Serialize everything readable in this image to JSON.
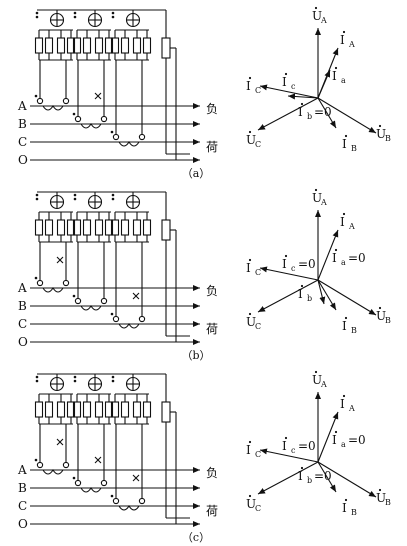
{
  "panels": [
    {
      "caption": "（a）",
      "lines": [
        "A",
        "B",
        "C",
        "O"
      ],
      "load_top": "负",
      "load_bottom": "荷",
      "phasors": {
        "UA": "U",
        "UA_sub": "A",
        "IA": "I",
        "IA_sub": "A",
        "Ia": "I",
        "Ia_sub": "a",
        "IC": "I",
        "IC_sub": "C",
        "Ic": "I",
        "Ic_sub": "c",
        "Ib": "I",
        "Ib_sub": "b",
        "Ib_val": "=0",
        "UC": "U",
        "UC_sub": "C",
        "IB": "I",
        "IB_sub": "B",
        "UB": "U",
        "UB_sub": "B"
      }
    },
    {
      "caption": "（b）",
      "lines": [
        "A",
        "B",
        "C",
        "O"
      ],
      "load_top": "负",
      "load_bottom": "荷",
      "phasors": {
        "UA": "U",
        "UA_sub": "A",
        "IA": "I",
        "IA_sub": "A",
        "IC": "I",
        "IC_sub": "C",
        "Ic": "I",
        "Ic_sub": "c",
        "Ic_val": "=0",
        "Ia": "I",
        "Ia_sub": "a",
        "Ia_val": "=0",
        "Ib": "I",
        "Ib_sub": "b",
        "UC": "U",
        "UC_sub": "C",
        "IB": "I",
        "IB_sub": "B",
        "UB": "U",
        "UB_sub": "B"
      }
    },
    {
      "caption": "（c）",
      "lines": [
        "A",
        "B",
        "C",
        "O"
      ],
      "load_top": "负",
      "load_bottom": "荷",
      "phasors": {
        "UA": "U",
        "UA_sub": "A",
        "IA": "I",
        "IA_sub": "A",
        "IC": "I",
        "IC_sub": "C",
        "Ic": "I",
        "Ic_sub": "c",
        "Ic_val": "=0",
        "Ia": "I",
        "Ia_sub": "a",
        "Ia_val": "=0",
        "Ib": "I",
        "Ib_sub": "b",
        "Ib_val": "=0",
        "UC": "U",
        "UC_sub": "C",
        "IB": "I",
        "IB_sub": "B",
        "UB": "U",
        "UB_sub": "B"
      }
    }
  ]
}
